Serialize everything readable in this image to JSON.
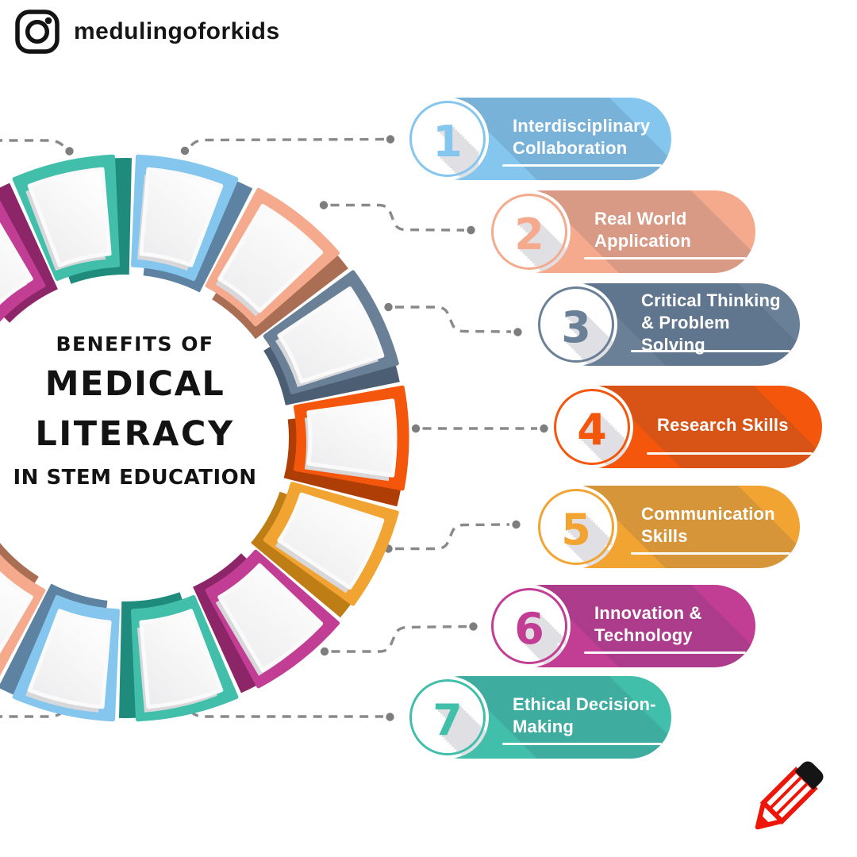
{
  "header": {
    "handle": "medulingoforkids",
    "icon": "instagram-icon"
  },
  "title": {
    "line1": "BENEFITS OF",
    "line2": "MEDICAL",
    "line3": "LITERACY",
    "line4": "IN STEM EDUCATION"
  },
  "colors": {
    "blue": {
      "main": "#85C6EF",
      "dark": "#5E82A1"
    },
    "salmon": {
      "main": "#F5AA8D",
      "dark": "#AA6E54"
    },
    "slate": {
      "main": "#6A8097",
      "dark": "#4B5E73"
    },
    "orange": {
      "main": "#F4570C",
      "dark": "#AE3D06"
    },
    "amber": {
      "main": "#F2A433",
      "dark": "#BF7D16"
    },
    "magenta": {
      "main": "#C23D94",
      "dark": "#8C2668"
    },
    "teal": {
      "main": "#42BFAB",
      "dark": "#1F8B7D"
    }
  },
  "items": [
    {
      "number": "1",
      "label": "Interdisciplinary Collaboration",
      "color": "blue"
    },
    {
      "number": "2",
      "label": "Real World Application",
      "color": "salmon"
    },
    {
      "number": "3",
      "label": "Critical Thinking & Problem Solving",
      "color": "slate"
    },
    {
      "number": "4",
      "label": "Research Skills",
      "color": "orange"
    },
    {
      "number": "5",
      "label": "Communication Skills",
      "color": "amber"
    },
    {
      "number": "6",
      "label": "Innovation & Technology",
      "color": "magenta"
    },
    {
      "number": "7",
      "label": "Ethical Decision-Making",
      "color": "teal"
    }
  ],
  "ring": {
    "segment_colors": [
      "blue",
      "salmon",
      "slate",
      "orange",
      "amber",
      "magenta",
      "teal",
      "blue",
      "salmon",
      "slate",
      "orange",
      "amber",
      "magenta",
      "teal"
    ]
  },
  "footer": {
    "icon": "pencil-icon",
    "pencil_red": "#EE1509",
    "pencil_black": "#151515"
  }
}
